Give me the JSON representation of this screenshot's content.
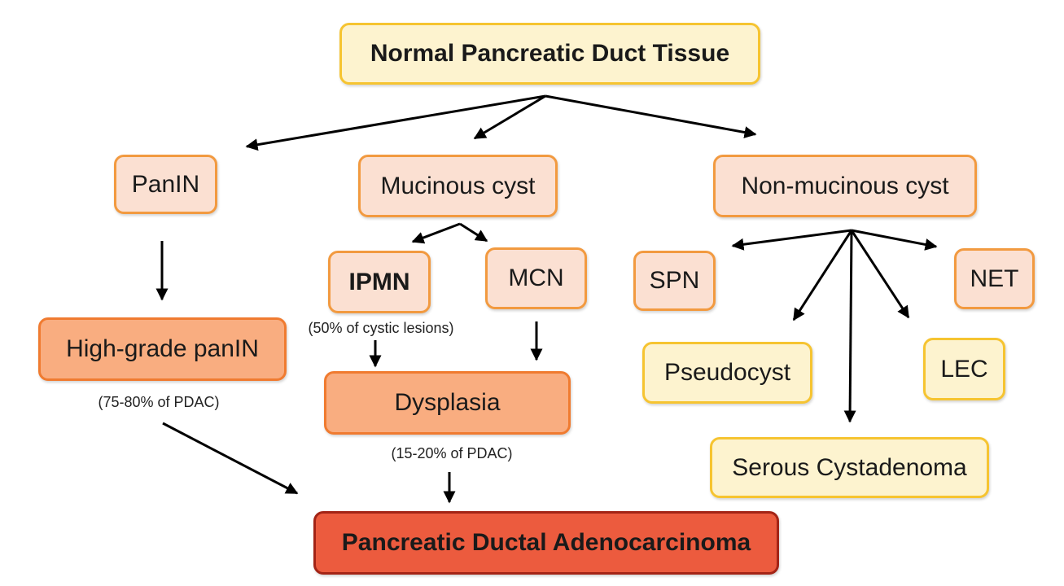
{
  "nodes": {
    "root": "Normal Pancreatic Duct Tissue",
    "panin": "PanIN",
    "mucinous": "Mucinous cyst",
    "nonmucinous": "Non-mucinous cyst",
    "ipmn": "IPMN",
    "mcn": "MCN",
    "spn": "SPN",
    "net": "NET",
    "highgrade": "High-grade panIN",
    "dysplasia": "Dysplasia",
    "pseudocyst": "Pseudocyst",
    "lec": "LEC",
    "serous": "Serous Cystadenoma",
    "pdac": "Pancreatic Ductal Adenocarcinoma"
  },
  "notes": {
    "ipmn_share": "(50% of cystic lesions)",
    "panin_share": "(75-80% of PDAC)",
    "dysplasia_share": "(15-20% of PDAC)"
  },
  "colors": {
    "yellow_fill": "#fdf3cf",
    "yellow_border": "#f6c431",
    "peach_fill": "#fbe0d2",
    "peach_border": "#f29a40",
    "orange_fill": "#f9ad80",
    "orange_border": "#f07b30",
    "red_fill": "#ec5b3e",
    "red_border": "#a32416"
  }
}
